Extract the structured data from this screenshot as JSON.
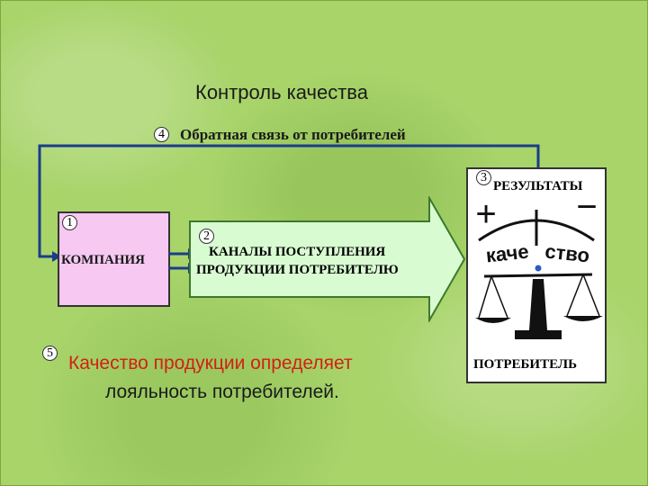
{
  "title": "Контроль качества",
  "steps": {
    "n1": "1",
    "n2": "2",
    "n3": "3",
    "n4": "4",
    "n5": "5"
  },
  "feedback": {
    "label": "Обратная связь от потребителей"
  },
  "company": {
    "label": "КОМПАНИЯ"
  },
  "channels": {
    "line1": "КАНАЛЫ ПОСТУПЛЕНИЯ",
    "line2": "ПРОДУКЦИИ ПОТРЕБИТЕЛЮ"
  },
  "results": {
    "label": "РЕЗУЛЬТАТЫ",
    "plus": "+",
    "minus": "−",
    "word_left": "каче",
    "word_right": "ство",
    "consumer": "ПОТРЕБИТЕЛЬ"
  },
  "statement": {
    "line1": "Качество продукции определяет",
    "line2": "лояльность потребителей."
  },
  "colors": {
    "background": "#a8d46a",
    "company_fill": "#f6c8f2",
    "arrow_fill": "#d9fbd2",
    "highlight": "#d32014"
  }
}
